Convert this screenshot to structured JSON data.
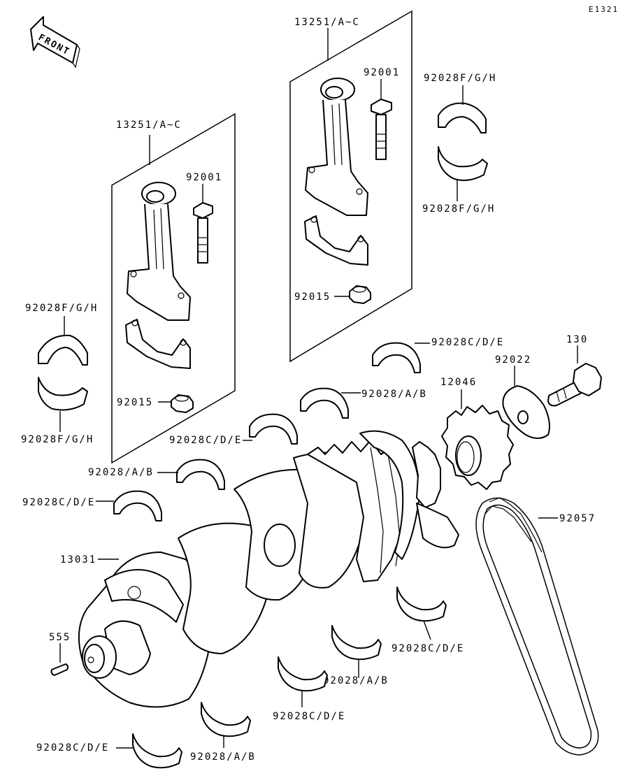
{
  "diagram_code": "E1321",
  "front_indicator": "FRONT",
  "labels": {
    "conrod_left": "13251/A~C",
    "conrod_right": "13251/A~C",
    "bolt_left": "92001",
    "bolt_right": "92001",
    "nut_left": "92015",
    "nut_right": "92015",
    "bearing_fgh_left_upper": "92028F/G/H",
    "bearing_fgh_left_lower": "92028F/G/H",
    "bearing_fgh_right_upper": "92028F/G/H",
    "bearing_fgh_right_lower": "92028F/G/H",
    "bearing_cde_1": "92028C/D/E",
    "bearing_cde_2": "92028C/D/E",
    "bearing_cde_3": "92028C/D/E",
    "bearing_cde_4": "92028C/D/E",
    "bearing_cde_5": "92028C/D/E",
    "bearing_cde_6": "92028C/D/E",
    "bearing_ab_1": "92028/A/B",
    "bearing_ab_2": "92028/A/B",
    "bearing_ab_3": "92028/A/B",
    "bearing_ab_4": "92028/A/B",
    "bolt_130": "130",
    "washer": "92022",
    "sprocket": "12046",
    "chain": "92057",
    "crankshaft": "13031",
    "pin": "555"
  }
}
